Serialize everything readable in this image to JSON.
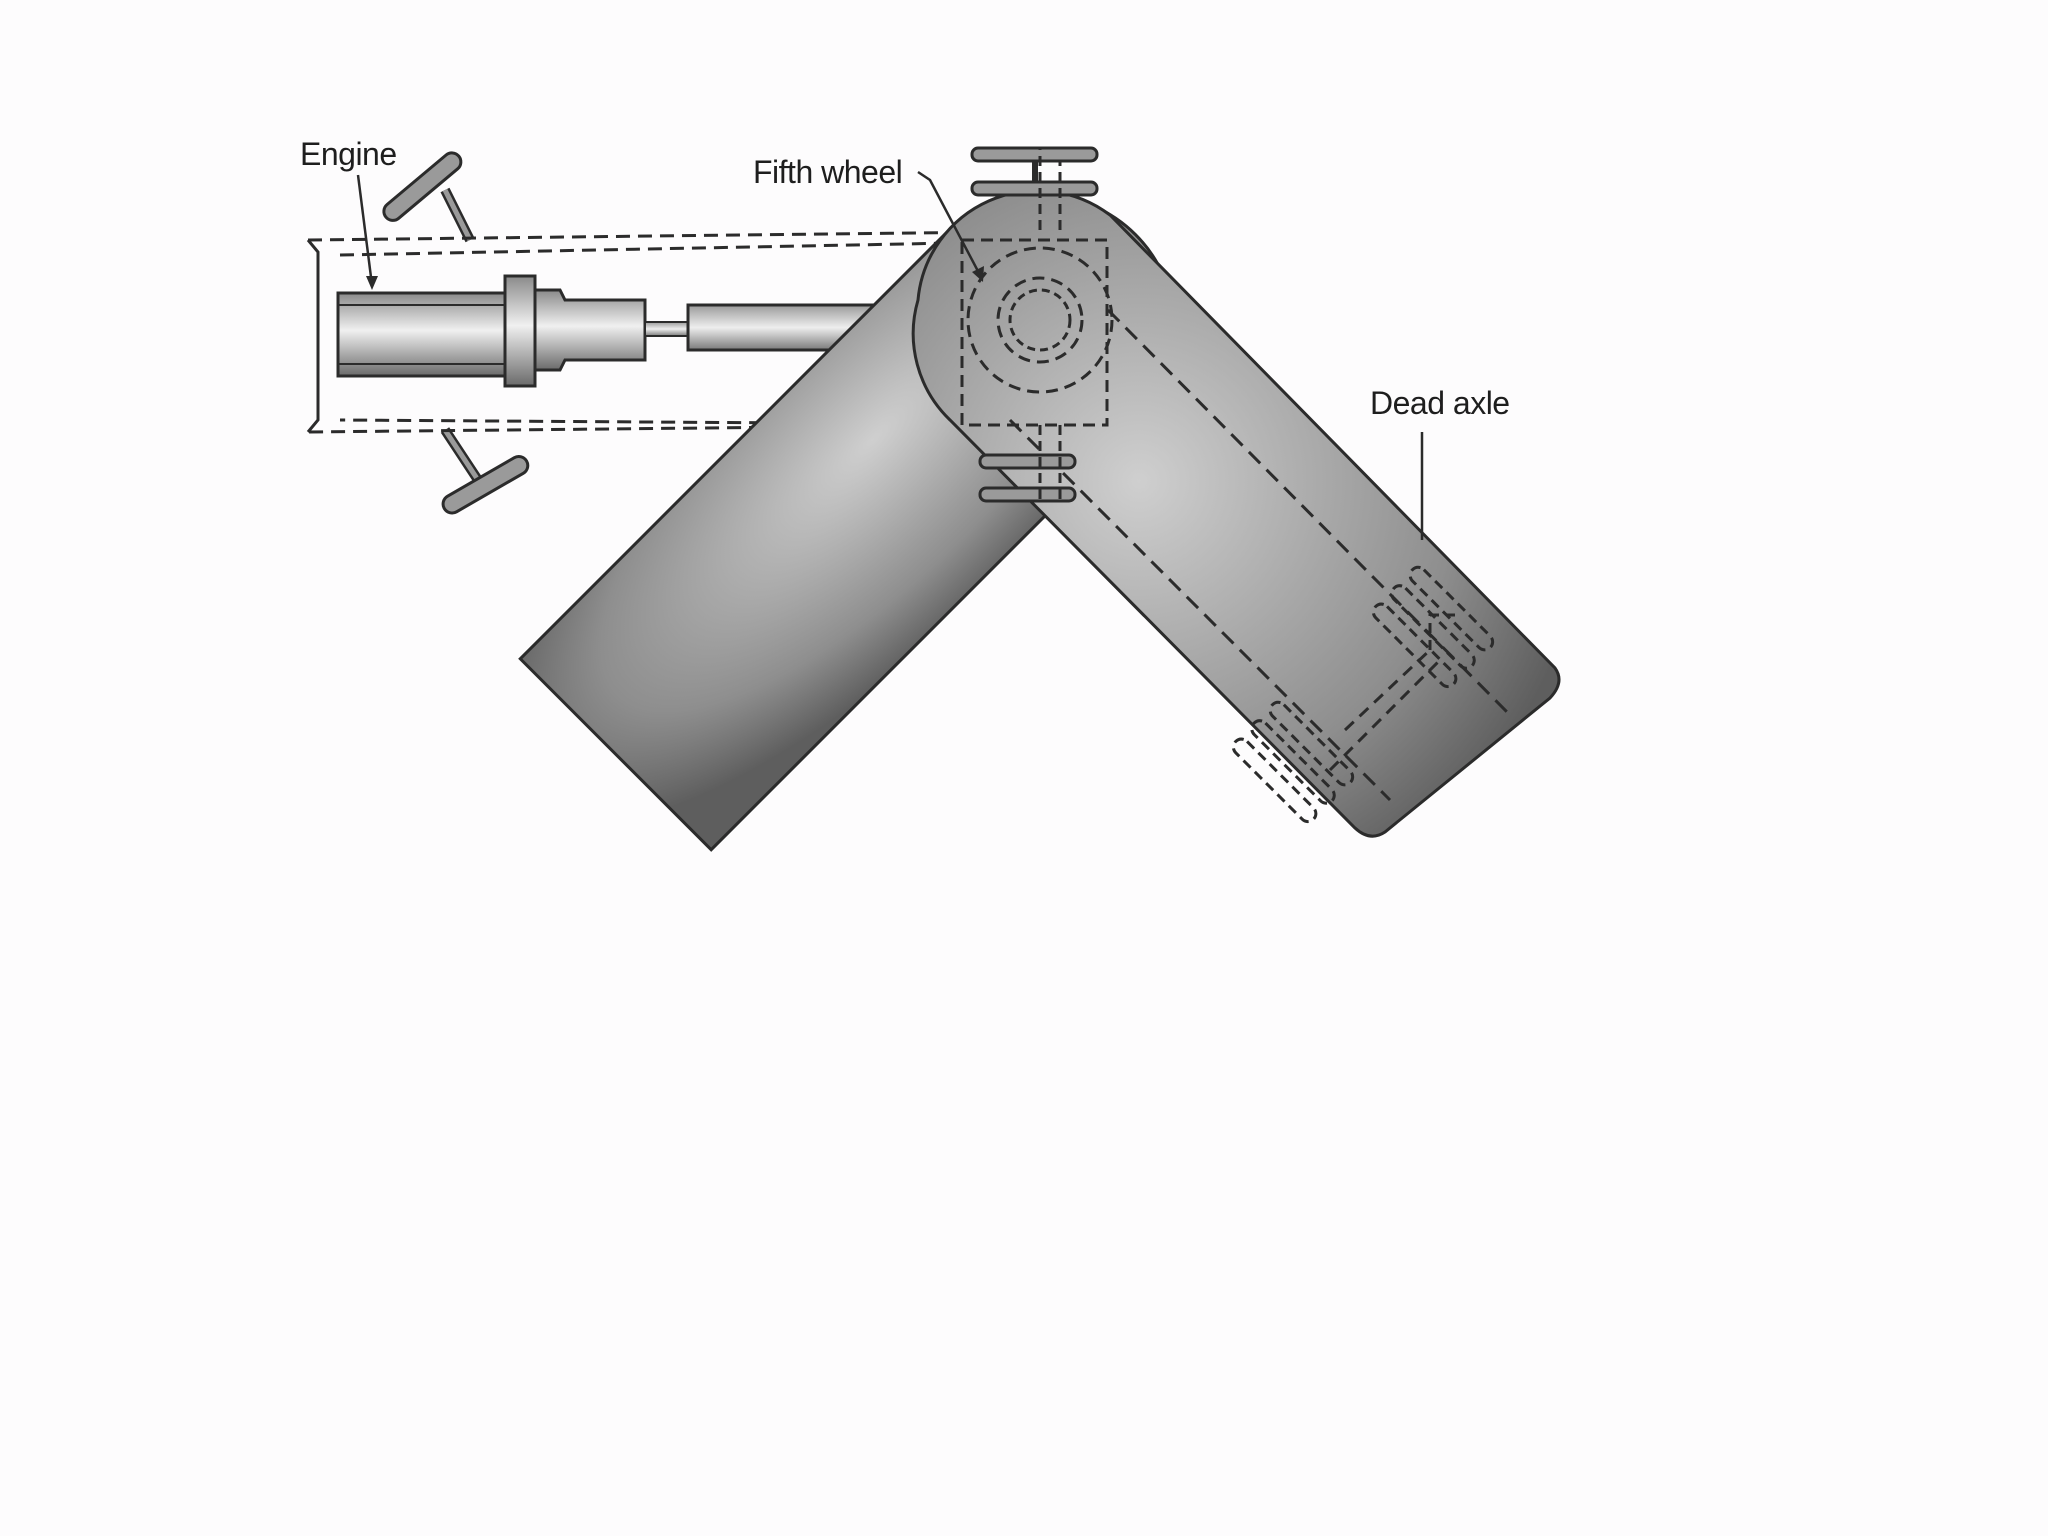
{
  "diagram": {
    "labels": {
      "engine": "Engine",
      "fifth_wheel": "Fifth wheel",
      "dead_axle": "Dead axle"
    },
    "colors": {
      "line": "#2b2b2b",
      "trailer_dark": "#5a5a5a",
      "trailer_light": "#f2f2f2",
      "wheel": "#8c8c8c",
      "background": "#fdfcfd"
    }
  }
}
